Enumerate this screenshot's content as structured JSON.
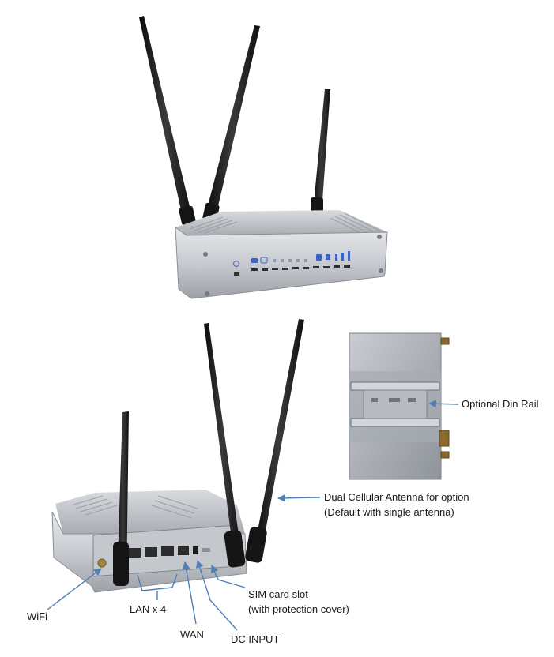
{
  "labels": {
    "din_rail": "Optional Din Rail",
    "dual_antenna_line1": "Dual Cellular Antenna for option",
    "dual_antenna_line2": "(Default with single antenna)",
    "sim_line1": "SIM card slot",
    "sim_line2": "(with protection cover)",
    "wifi": "WiFi",
    "lan": "LAN x 4",
    "wan": "WAN",
    "dc_input": "DC INPUT"
  },
  "colors": {
    "arrow": "#4f7fb5",
    "chassis": "#b9bcc1",
    "antenna": "#1e1e1e",
    "led": "#3a63c8"
  }
}
